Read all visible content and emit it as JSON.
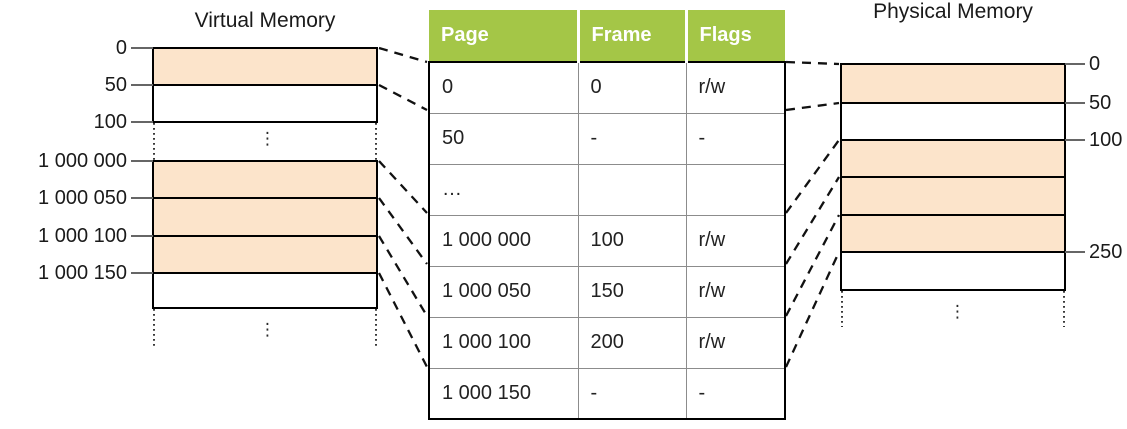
{
  "virtual_memory": {
    "title": "Virtual Memory",
    "address_labels": [
      "0",
      "50",
      "100",
      "1 000 000",
      "1 000 050",
      "1 000 100",
      "1 000 150"
    ],
    "segments": [
      {
        "blocks": [
          {
            "mapped": true
          },
          {
            "mapped": false
          }
        ]
      },
      {
        "blocks": [
          {
            "mapped": true
          },
          {
            "mapped": true
          },
          {
            "mapped": true
          },
          {
            "mapped": false
          }
        ]
      }
    ],
    "continuation_mark": "⋮"
  },
  "page_table": {
    "columns": [
      "Page",
      "Frame",
      "Flags"
    ],
    "rows": [
      {
        "page": "0",
        "frame": "0",
        "flags": "r/w"
      },
      {
        "page": "50",
        "frame": "-",
        "flags": "-"
      },
      {
        "page": "…",
        "frame": "",
        "flags": ""
      },
      {
        "page": "1 000 000",
        "frame": "100",
        "flags": "r/w"
      },
      {
        "page": "1 000 050",
        "frame": "150",
        "flags": "r/w"
      },
      {
        "page": "1 000 100",
        "frame": "200",
        "flags": "r/w"
      },
      {
        "page": "1 000 150",
        "frame": "-",
        "flags": "-"
      }
    ]
  },
  "physical_memory": {
    "title": "Physical Memory",
    "address_labels": [
      "0",
      "50",
      "100",
      "250"
    ],
    "blocks": [
      {
        "mapped": true
      },
      {
        "mapped": false
      },
      {
        "mapped": true
      },
      {
        "mapped": true
      },
      {
        "mapped": true
      },
      {
        "mapped": false
      }
    ],
    "continuation_mark": "⋮"
  },
  "colors": {
    "table_header_green": "#A4C647",
    "mapped_block_fill": "#FCE4CB"
  }
}
